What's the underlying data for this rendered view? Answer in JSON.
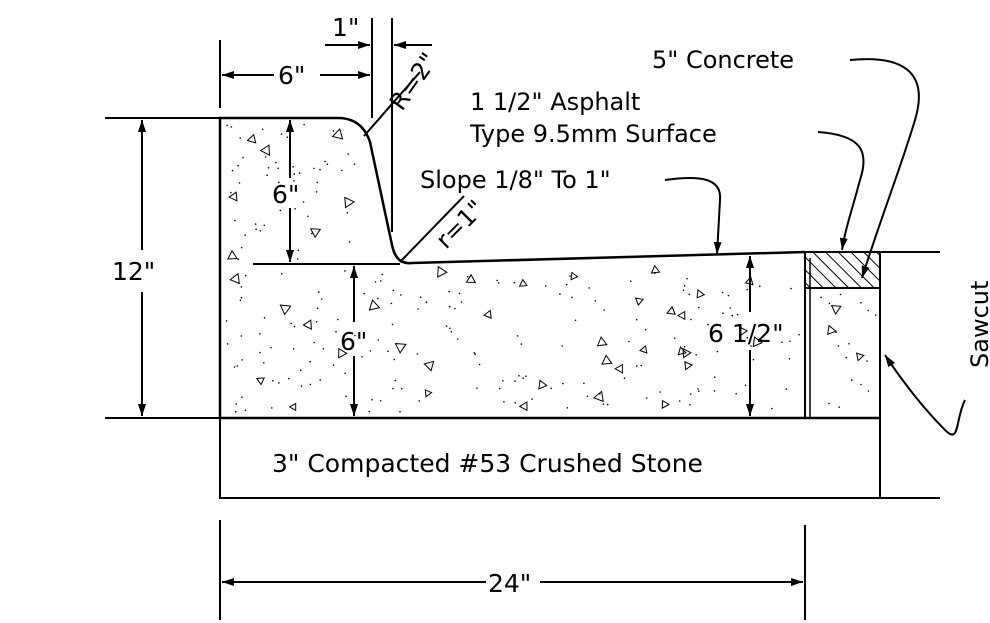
{
  "labels": {
    "dim_1in": "1\"",
    "dim_6in_top": "6\"",
    "radius_2": "R=2\"",
    "concrete": "5\" Concrete",
    "asphalt_line1": "1 1/2\" Asphalt",
    "asphalt_line2": "Type 9.5mm Surface",
    "slope": "Slope 1/8\" To 1\"",
    "radius_1": "r=1\"",
    "dim_6in_curb": "6\"",
    "dim_12in": "12\"",
    "dim_6in_gutter": "6\"",
    "dim_6_5in": "6 1/2\"",
    "sawcut": "Sawcut",
    "stone": "3\" Compacted #53 Crushed Stone",
    "dim_24in": "24\""
  },
  "colors": {
    "line": "#000000",
    "background": "#ffffff"
  }
}
